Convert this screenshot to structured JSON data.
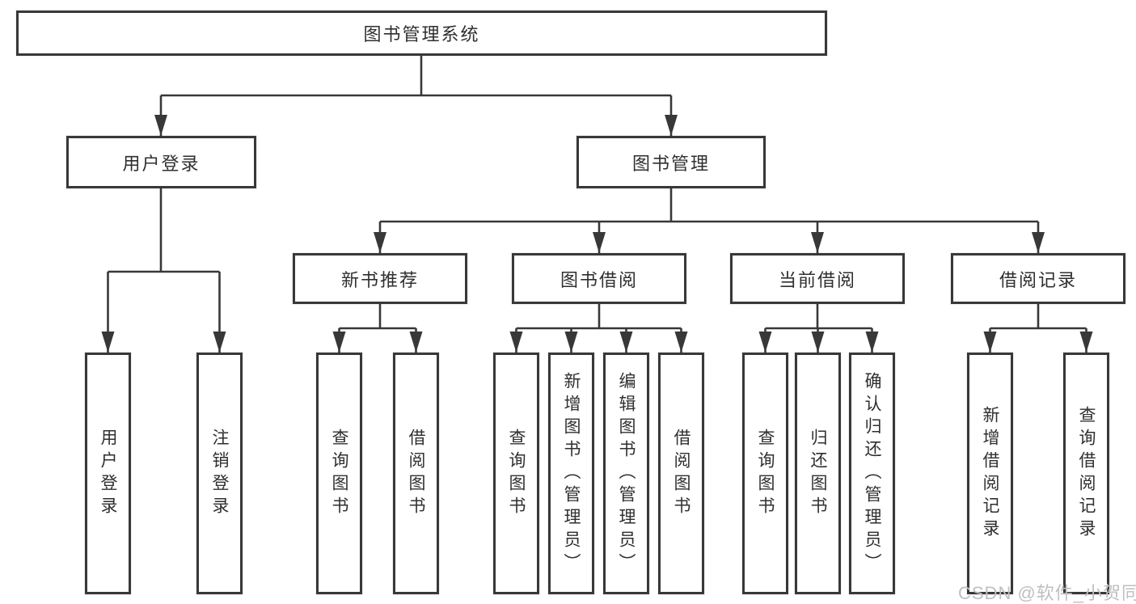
{
  "colors": {
    "line": "#383838",
    "text": "#2f2f2f",
    "watermark": "#bfbfbf",
    "background": "#ffffff"
  },
  "tree": {
    "root": {
      "label": "图书管理系统"
    },
    "children": [
      {
        "label": "用户登录",
        "children": [
          {
            "label": "用户登录"
          },
          {
            "label": "注销登录"
          }
        ]
      },
      {
        "label": "图书管理",
        "children": [
          {
            "label": "新书推荐",
            "children": [
              {
                "label": "查询图书"
              },
              {
                "label": "借阅图书"
              }
            ]
          },
          {
            "label": "图书借阅",
            "children": [
              {
                "label": "查询图书"
              },
              {
                "label": "新增图书（管理员）"
              },
              {
                "label": "编辑图书（管理员）"
              },
              {
                "label": "借阅图书"
              }
            ]
          },
          {
            "label": "当前借阅",
            "children": [
              {
                "label": "查询图书"
              },
              {
                "label": "归还图书"
              },
              {
                "label": "确认归还（管理员）"
              }
            ]
          },
          {
            "label": "借阅记录",
            "children": [
              {
                "label": "新增借阅记录"
              },
              {
                "label": "查询借阅记录"
              }
            ]
          }
        ]
      }
    ]
  },
  "watermark": {
    "text": "CSDN @软件_小贺同学"
  }
}
